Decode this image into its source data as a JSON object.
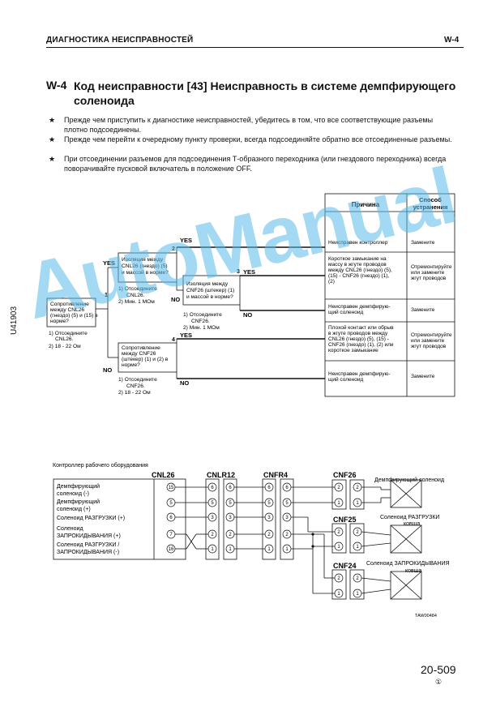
{
  "header": {
    "section": "ДИАГНОСТИКА НЕИСПРАВНОСТЕЙ",
    "code": "W-4"
  },
  "title": {
    "code": "W-4",
    "text": "Код неисправности [43] Неисправность в системе демпфирующего соленоида"
  },
  "notes": [
    {
      "marker": "★",
      "text": "Прежде чем приступить к диагностике неисправностей, убедитесь в том, что все соответствующие разъемы плотно подсоединены."
    },
    {
      "marker": "★",
      "text": "Прежде чем перейти к очередному пункту проверки, всегда подсоединяйте обратно все отсоединенные разъемы."
    },
    {
      "marker": "★",
      "text": "При отсоединении разъемов для подсоединения Т-образного переходника (или гнездового переходника) всегда поворачивайте пусковой включатель в положение OFF."
    }
  ],
  "side_code": "U41903",
  "watermark": "AutoManual",
  "flowchart": {
    "col_cause": "Причина",
    "col_remedy_1": "Способ",
    "col_remedy_2": "устранения",
    "yes": "YES",
    "no": "NO",
    "box1": {
      "num": "1",
      "q": [
        "Сопротивление",
        "между CNL26",
        "(гнездо) (5) и (15) в",
        "норме?"
      ],
      "cond": [
        "1) Отсоедините",
        "CNL26.",
        "2)  18 - 22 Ом"
      ]
    },
    "box2": {
      "num": "2",
      "q": [
        "Изоляция между",
        "CNL26 (гнездо) (5)",
        "и массой в норме?"
      ],
      "cond": [
        "1) Отсоедините",
        "CNL26.",
        "2)  Мин. 1 МОм"
      ]
    },
    "box3": {
      "num": "3",
      "q": [
        "Изоляция между",
        "CNF26 (штекер) (1)",
        "и массой в норме?"
      ],
      "cond": [
        "1) Отсоедините",
        "CNF26.",
        "2)  Мин. 1 МОм"
      ]
    },
    "box4": {
      "num": "4",
      "q": [
        "Сопротивление",
        "между CNF26",
        "(штекер) (1) и (2) в",
        "норме?"
      ],
      "cond": [
        "1) Отсоедините",
        "CNF26.",
        "2)  18 - 22 Ом"
      ]
    },
    "results": [
      {
        "cause": [
          "Неисправен контроллер"
        ],
        "remedy": [
          "Замените"
        ]
      },
      {
        "cause": [
          "Короткое замыкание на",
          "массу в жгуте проводов",
          "между CNL26 (гнездо) (5),",
          "(15) - CNF26 (гнездо) (1),",
          "(2)"
        ],
        "remedy": [
          "Отремонтируйте",
          "или замените",
          "жгут проводов"
        ]
      },
      {
        "cause": [
          "Неисправен демпфирую-",
          "щий соленоид"
        ],
        "remedy": [
          "Замените"
        ]
      },
      {
        "cause": [
          "Плохой контакт или обрыв",
          "в жгуте проводов между",
          "CNL26 (гнездо) (5), (15) -",
          "CNF26 (гнездо) (1), (2) или",
          "короткое замыкание"
        ],
        "remedy": [
          "Отремонтируйте",
          "или замените",
          "жгут проводов"
        ]
      },
      {
        "cause": [
          "Неисправен демпфирую-",
          "щий соленоид"
        ],
        "remedy": [
          "Замените"
        ]
      }
    ]
  },
  "wiring": {
    "controller_title": "Контроллер рабочего оборудования",
    "connectors": [
      "CNL26",
      "CNLR12",
      "CNFR4",
      "CNF26",
      "CNF25",
      "CNF24"
    ],
    "signals": [
      [
        "Демпфирующий",
        "соленоид (-)"
      ],
      [
        "Демпфирующий",
        "соленоид (+)"
      ],
      [
        "Соленоид РАЗГРУЗКИ (+)"
      ],
      [
        "Соленоид",
        "ЗАПРОКИДЫВАНИЯ (+)"
      ],
      [
        "Соленоид РАЗГРУЗКИ /",
        "ЗАПРОКИДЫВАНИЯ (-)"
      ]
    ],
    "cnl26_pins": [
      "15",
      "5",
      "6",
      "7",
      "16"
    ],
    "cnlr12_pins": [
      "6",
      "5",
      "3",
      "2",
      "1"
    ],
    "cnfr4_pins": [
      "6",
      "5",
      "3",
      "2",
      "1"
    ],
    "cnf_pins": [
      "2",
      "1"
    ],
    "device_damper": "Демпфирующий соленоид",
    "device_unload": [
      "Соленоид РАЗГРУЗКИ",
      "ковша"
    ],
    "device_tilt": [
      "Соленоид ЗАПРОКИДЫВАНИЯ",
      "ковша"
    ],
    "drawing_code": "TAW00484"
  },
  "footer": {
    "page": "20-509",
    "mark": "①"
  }
}
